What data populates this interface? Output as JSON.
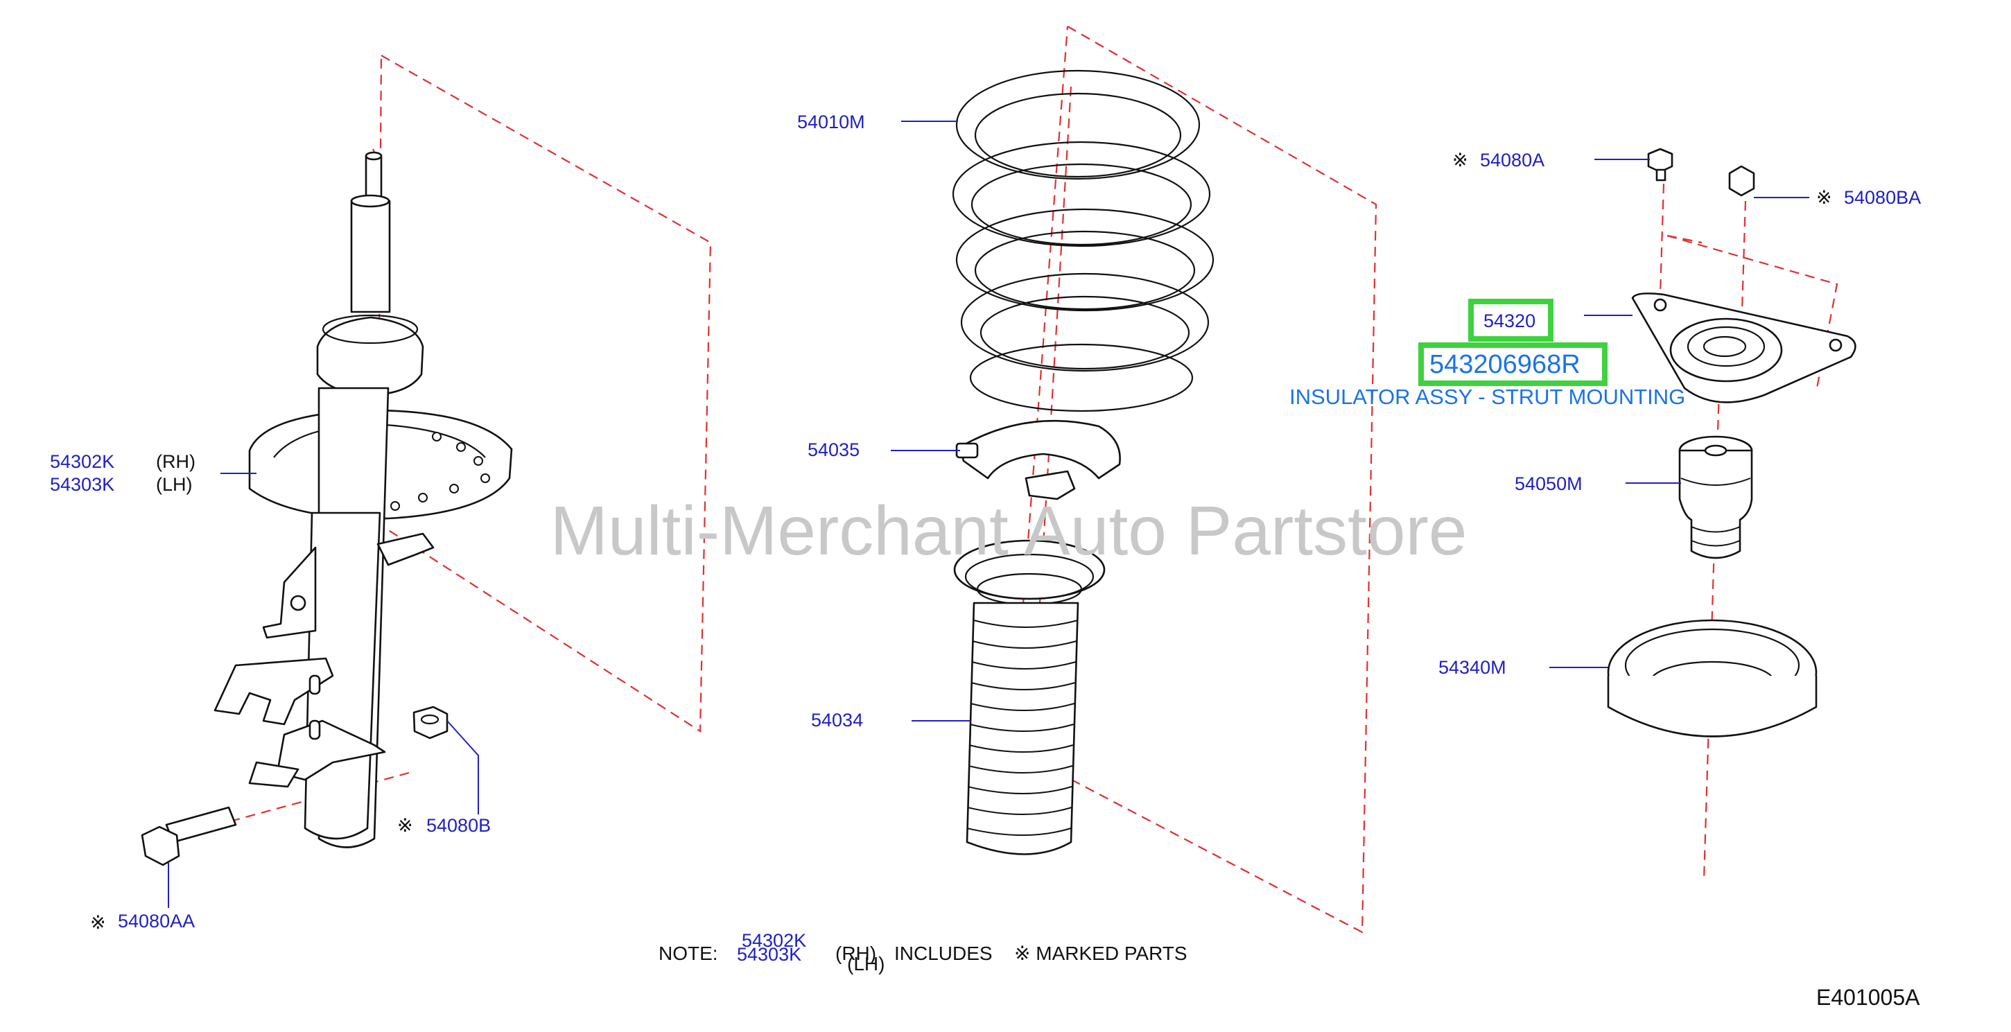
{
  "diagram_code": "E401005A",
  "watermark": "Multi-Merchant Auto Partstore",
  "highlight": {
    "part_number": "543206968R",
    "ref_number": "54320",
    "description": "INSULATOR ASSY - STRUT MOUNTING",
    "highlight_color": "#3fd23f"
  },
  "part_labels": {
    "p54010M": "54010M",
    "p54035": "54035",
    "p54034": "54034",
    "p54302K": "54302K",
    "p54303K": "54303K",
    "rh": "(RH)",
    "lh": "(LH)",
    "p54080A": "54080A",
    "p54080BA": "54080BA",
    "p54050M": "54050M",
    "p54340M": "54340M",
    "p54080B": "54080B",
    "p54080AA": "54080AA"
  },
  "mark_symbol": "※",
  "note": {
    "prefix": "NOTE:",
    "part_rh": "54302K",
    "part_lh": "54303K",
    "rh": "(RH)",
    "lh": "(LH)",
    "includes": "INCLUDES",
    "marked_parts": "※ MARKED   PARTS"
  },
  "colors": {
    "label_blue": "#1f1fc4",
    "highlight_text": "#1a73e8",
    "dash_red": "#e03030",
    "watermark_gray": "#c8c8c8"
  }
}
